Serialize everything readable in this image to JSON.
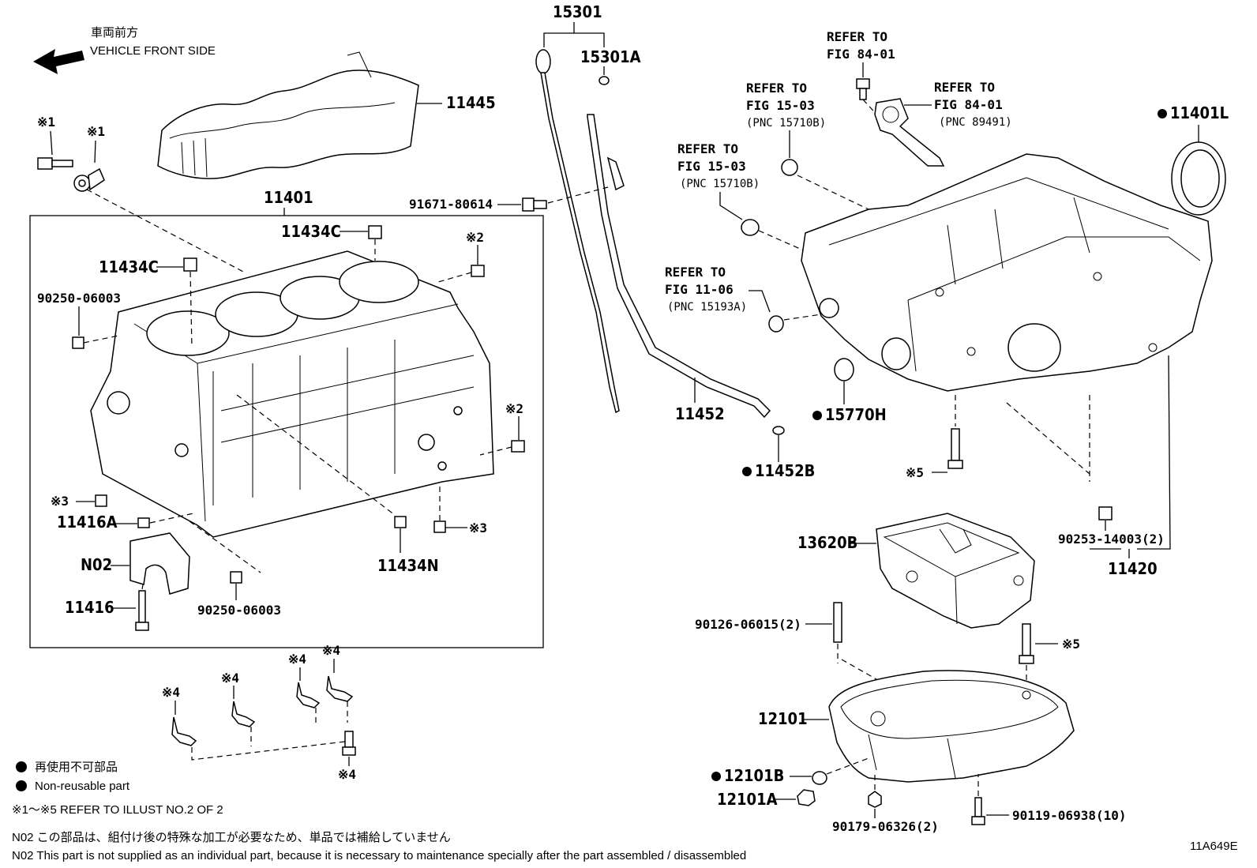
{
  "header": {
    "front_jp": "車両前方",
    "front_en": "VEHICLE FRONT SIDE"
  },
  "labels": {
    "p15301": "15301",
    "p15301A": "15301A",
    "p11445": "11445",
    "p11401": "11401",
    "p11434C_a": "11434C",
    "p11434C_b": "11434C",
    "p90250_a": "90250-06003",
    "p90250_b": "90250-06003",
    "p91671": "91671-80614",
    "p11452": "11452",
    "p11452B": "11452B",
    "p15770H": "15770H",
    "p11401L": "11401L",
    "p11420": "11420",
    "p13620B": "13620B",
    "p90253": "90253-14003(2)",
    "p90126": "90126-06015(2)",
    "p12101": "12101",
    "p12101B": "12101B",
    "p12101A": "12101A",
    "p90179": "90179-06326(2)",
    "p90119": "90119-06938(10)",
    "p11416A": "11416A",
    "p11416": "11416",
    "pN02": "N02",
    "p11434N": "11434N",
    "ref1": "※1",
    "ref2": "※2",
    "ref3": "※3",
    "ref4": "※4",
    "ref5": "※5"
  },
  "refer_to": [
    {
      "l1": "REFER TO",
      "l2": "FIG 84-01",
      "l3": ""
    },
    {
      "l1": "REFER TO",
      "l2": "FIG 15-03",
      "l3": "(PNC 15710B)"
    },
    {
      "l1": "REFER TO",
      "l2": "FIG 84-01",
      "l3": "(PNC 89491)"
    },
    {
      "l1": "REFER TO",
      "l2": "FIG 15-03",
      "l3": "(PNC 15710B)"
    },
    {
      "l1": "REFER TO",
      "l2": "FIG 11-06",
      "l3": "(PNC 15193A)"
    }
  ],
  "legend": {
    "nonreusable_jp": "再使用不可部品",
    "nonreusable_en": "Non-reusable part",
    "refer_illust": "※1～※5  REFER TO ILLUST NO.2 OF 2",
    "n02_jp": "N02  この部品は、組付け後の特殊な加工が必要なため、単品では補給していません",
    "n02_en": "N02  This part is not supplied as an individual part, because it is necessary to maintenance specially after the part assembled / disassembled"
  },
  "figure_id": "11A649E"
}
